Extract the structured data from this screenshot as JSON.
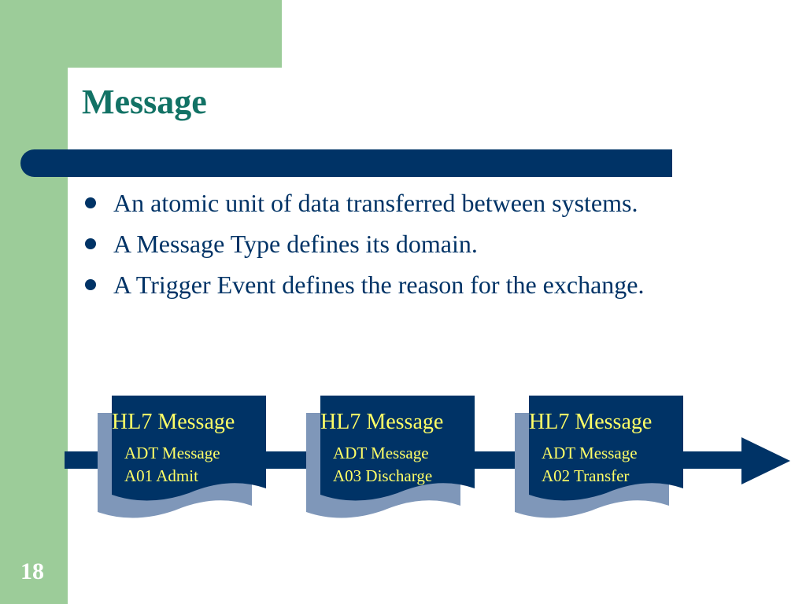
{
  "slide": {
    "title": "Message",
    "page_number": "18"
  },
  "bullets": [
    {
      "text": "An atomic unit of data transferred between systems."
    },
    {
      "text": "A Message Type defines its domain."
    },
    {
      "text": "A Trigger Event defines the reason for the exchange."
    }
  ],
  "diagram": {
    "messages": [
      {
        "title": "HL7 Message",
        "line1": "ADT Message",
        "line2": "A01 Admit"
      },
      {
        "title": "HL7 Message",
        "line1": "ADT Message",
        "line2": "A03 Discharge"
      },
      {
        "title": "HL7 Message",
        "line1": "ADT Message",
        "line2": "A02 Transfer"
      }
    ]
  },
  "colors": {
    "frame_green": "#9ccc99",
    "navy": "#003366",
    "title_teal": "#127265",
    "doc_text_yellow": "#ffff66",
    "doc_shadow": "#7f97b9"
  }
}
